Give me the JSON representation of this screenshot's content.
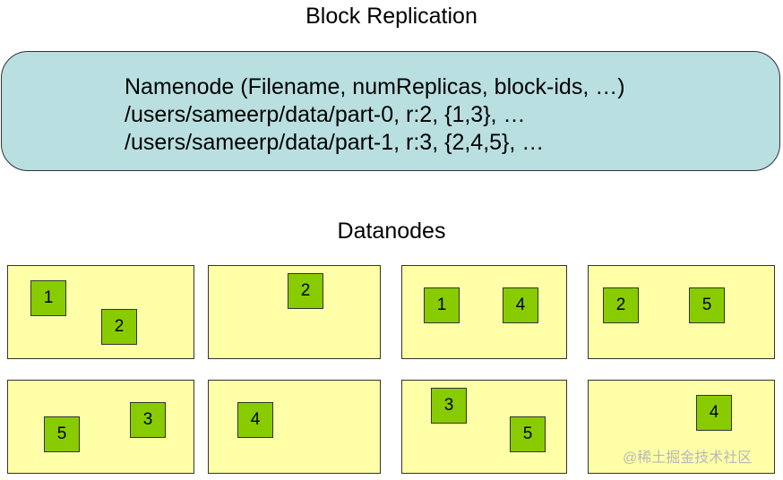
{
  "title": "Block Replication",
  "namenode": {
    "lines": [
      "Namenode (Filename, numReplicas, block-ids, …)",
      "/users/sameerp/data/part-0, r:2, {1,3}, …",
      "/users/sameerp/data/part-1, r:3, {2,4,5}, …"
    ]
  },
  "datanodes_title": "Datanodes",
  "datanodes": [
    {
      "blocks": [
        "1",
        "2"
      ]
    },
    {
      "blocks": [
        "2"
      ]
    },
    {
      "blocks": [
        "1",
        "4"
      ]
    },
    {
      "blocks": [
        "2",
        "5"
      ]
    },
    {
      "blocks": [
        "5",
        "3"
      ]
    },
    {
      "blocks": [
        "4"
      ]
    },
    {
      "blocks": [
        "3",
        "5"
      ]
    },
    {
      "blocks": [
        "4"
      ]
    }
  ],
  "watermark": "@稀土掘金技术社区",
  "colors": {
    "namenode_fill": "#b9dfe0",
    "datanode_fill": "#ffffa8",
    "block_fill": "#88cc00"
  }
}
